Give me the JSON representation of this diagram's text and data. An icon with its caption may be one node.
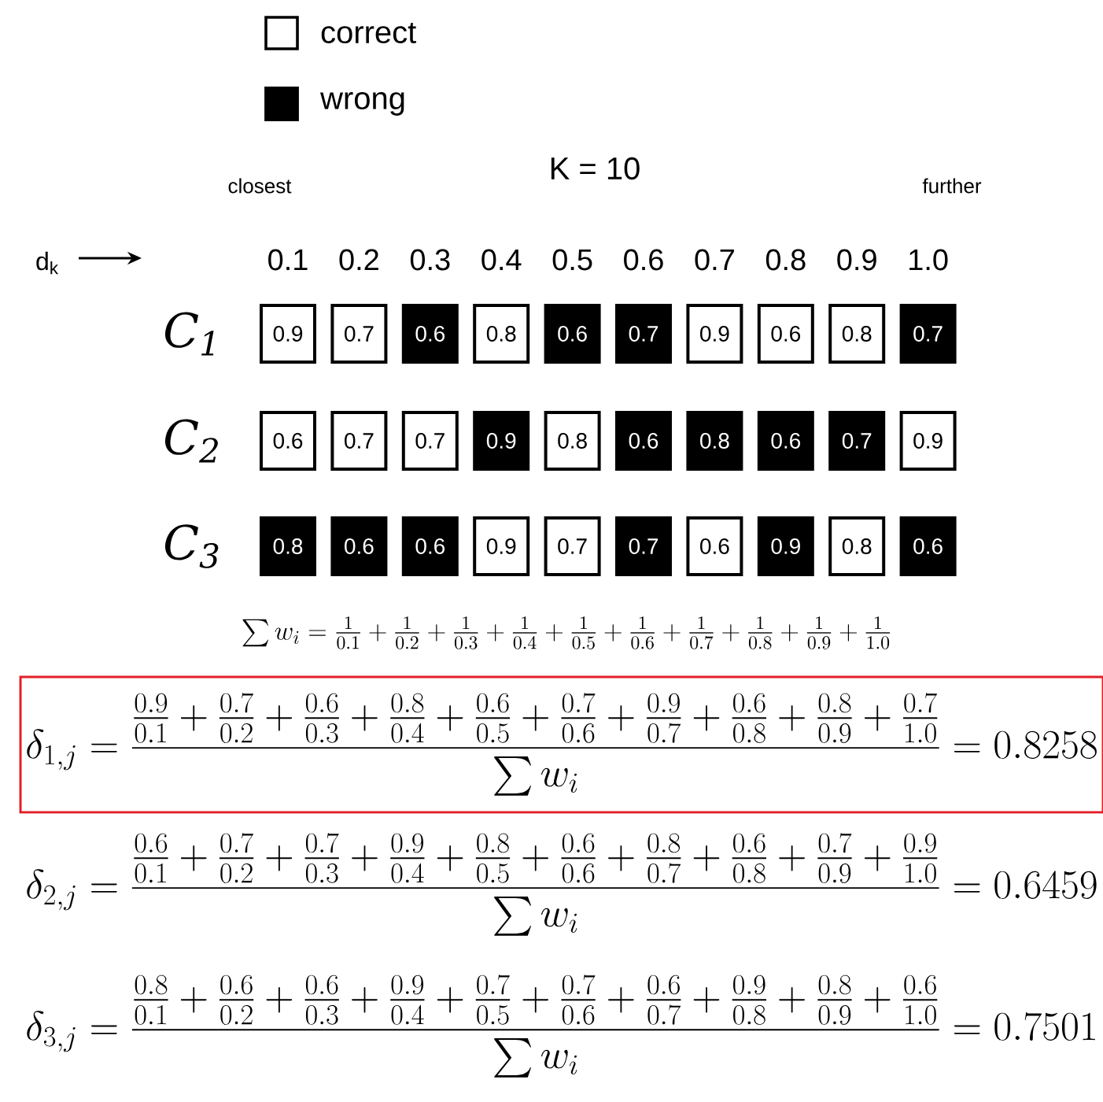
{
  "diagram": {
    "nodes": [
      {
        "text": [
          "0.9"
        ]
      },
      {
        "text": [
          "0.7"
        ]
      },
      {
        "text": [
          "0.6"
        ]
      },
      {
        "text": [
          "0.8"
        ]
      },
      {
        "text": [
          "0.6"
        ]
      },
      {
        "text": [
          "0.7"
        ]
      },
      {
        "text": [
          "0.9"
        ]
      },
      {
        "text": [
          "0.6"
        ]
      },
      {
        "text": [
          "0.8"
        ]
      },
      {
        "text": [
          "0.7"
        ]
      },
      {
        "text": [
          "0.6"
        ]
      },
      {
        "text": [
          "0.7"
        ]
      },
      {
        "text": [
          "0.7"
        ]
      },
      {
        "text": [
          "0.9"
        ]
      },
      {
        "text": [
          "0.8"
        ]
      },
      {
        "text": [
          "0.6"
        ]
      },
      {
        "text": [
          "0.8"
        ]
      },
      {
        "text": [
          "0.6"
        ]
      },
      {
        "text": [
          "0.7"
        ]
      },
      {
        "text": [
          "0.9"
        ]
      },
      {
        "text": [
          "0.8"
        ]
      },
      {
        "text": [
          "0.6"
        ]
      },
      {
        "text": [
          "0.6"
        ]
      },
      {
        "text": [
          "0.9"
        ]
      },
      {
        "text": [
          "0.7"
        ]
      },
      {
        "text": [
          "0.7"
        ]
      },
      {
        "text": [
          "0.6"
        ]
      },
      {
        "text": [
          "0.9"
        ]
      },
      {
        "text": [
          "0.8"
        ]
      },
      {
        "text": [
          "0.6"
        ]
      },
      {
        "text": [
          "\\delta_{1,j}=\\dfrac{\\frac{0.9}{0.1}+\\frac{0.7}{0.2}+\\frac{0.6}{0.3}+\\frac{0.8}{0.4}+\\frac{0.6}{0.5}+\\frac{0.7}{0.6}+\\frac{0.9}{0.7}+\\frac{0.6}{0.8}+\\frac{0.8}{0.9}+\\frac{0.7}{1.0}}{\\sum w_i}=0.8258"
        ]
      }
    ],
    "labels": [
      "K = 10",
      "closest",
      "further",
      "d$_{k}$",
      "0.1",
      "0.2",
      "0.3",
      "0.4",
      "0.5",
      "0.6",
      "0.7",
      "0.8",
      "0.9",
      "1.0",
      "C$_{1}$",
      "C$_{2}$",
      "C$_{3}$",
      "\\sum w_i=\\frac{1}{0.1}+\\frac{1}{0.2}+\\frac{1}{0.3}+\\frac{1}{0.4}+\\frac{1}{0.5}+\\frac{1}{0.6}+\\frac{1}{0.7}+\\frac{1}{0.8}+\\frac{1}{0.9}+\\frac{1}{1.0}",
      "\\delta_{2,j}=\\dfrac{\\frac{0.6}{0.1}+\\frac{0.7}{0.2}+\\frac{0.7}{0.3}+\\frac{0.9}{0.4}+\\frac{0.8}{0.5}+\\frac{0.6}{0.6}+\\frac{0.8}{0.7}+\\frac{0.6}{0.8}+\\frac{0.7}{0.9}+\\frac{0.9}{1.0}}{\\sum w_i}=0.6459",
      "\\delta_{3,j}=\\dfrac{\\frac{0.8}{0.1}+\\frac{0.6}{0.2}+\\frac{0.6}{0.3}+\\frac{0.9}{0.4}+\\frac{0.7}{0.5}+\\frac{0.7}{0.6}+\\frac{0.6}{0.7}+\\frac{0.9}{0.8}+\\frac{0.8}{0.9}+\\frac{0.6}{1.0}}{\\sum w_i}=0.7501"
    ],
    "legend": [
      {
        "text": "correct"
      },
      {
        "text": "wrong",
        "color": "#000000"
      }
    ]
  }
}
